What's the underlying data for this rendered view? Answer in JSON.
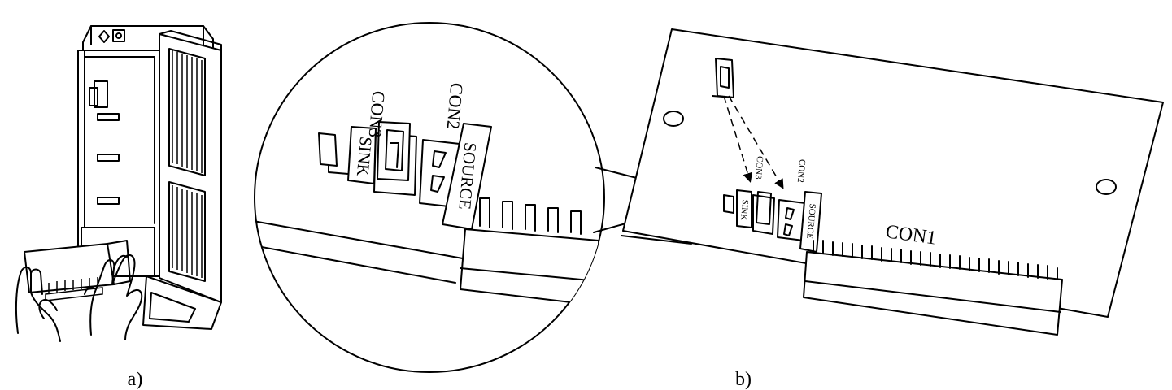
{
  "captions": {
    "a": "a)",
    "b": "b)"
  },
  "zoom_labels": {
    "con3": "CON3",
    "con2": "CON2",
    "sink": "SINK",
    "source": "SOURCE"
  },
  "board_labels": {
    "con1": "CON1",
    "con3": "CON3",
    "con2": "CON2",
    "sink": "SINK",
    "source": "SOURCE"
  }
}
